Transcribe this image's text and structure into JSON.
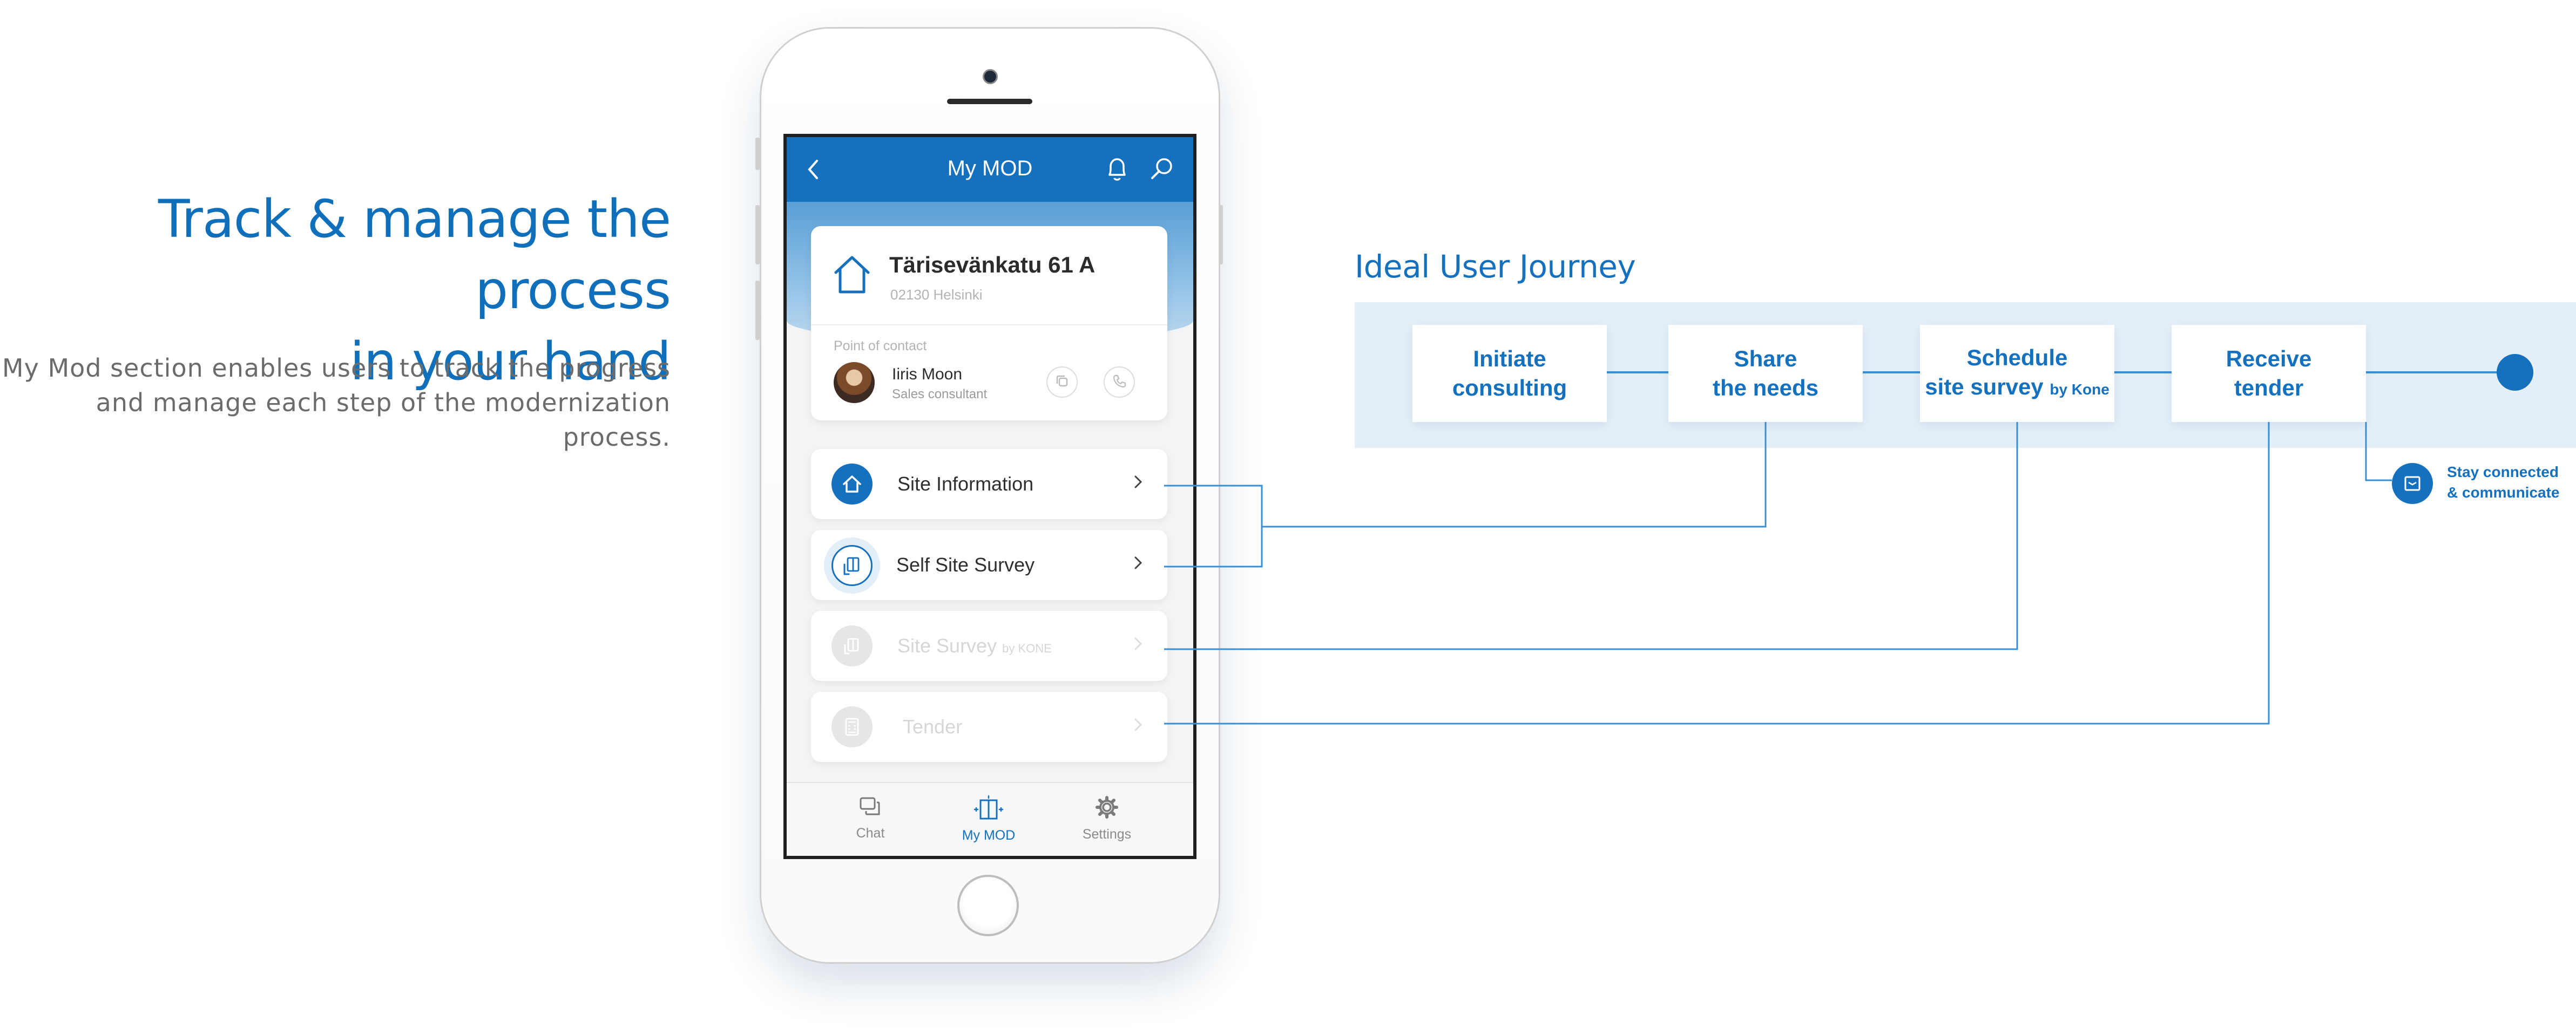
{
  "hero": {
    "headline_line1": "Track & manage the process",
    "headline_line2": "in your hand",
    "subtext_line1": "My Mod section enables users to track the progress",
    "subtext_line2": "and manage each step of the modernization process."
  },
  "app": {
    "nav_title": "My MOD",
    "address": {
      "street": "Tärisevänkatu 61 A",
      "postal": "02130 Helsinki"
    },
    "contact": {
      "label": "Point of contact",
      "name": "Iiris Moon",
      "role": "Sales consultant"
    },
    "menu": [
      {
        "label": "Site Information",
        "sub": "",
        "enabled": true,
        "icon": "house-icon"
      },
      {
        "label": "Self Site Survey",
        "sub": "",
        "enabled": true,
        "icon": "survey-icon"
      },
      {
        "label": "Site Survey",
        "sub": "by KONE",
        "enabled": false,
        "icon": "survey-icon"
      },
      {
        "label": "Tender",
        "sub": "",
        "enabled": false,
        "icon": "calculator-icon"
      }
    ],
    "tabs": [
      {
        "label": "Chat",
        "icon": "chat-icon",
        "active": false
      },
      {
        "label": "My MOD",
        "icon": "mod-icon",
        "active": true
      },
      {
        "label": "Settings",
        "icon": "gear-icon",
        "active": false
      }
    ]
  },
  "journey": {
    "title": "Ideal User Journey",
    "steps": [
      {
        "line1": "Initiate",
        "line2": "consulting",
        "suffix": ""
      },
      {
        "line1": "Share",
        "line2": "the needs",
        "suffix": ""
      },
      {
        "line1": "Schedule",
        "line2": "site survey",
        "suffix": "by Kone"
      },
      {
        "line1": "Receive",
        "line2": "tender",
        "suffix": ""
      }
    ],
    "stay_connected": "Stay connected\n& communicate"
  },
  "colors": {
    "brand_blue": "#1570bd",
    "connector_blue": "#3a8fd0",
    "band_bg": "#e4eff8",
    "disabled_gray": "#d6d6d6"
  }
}
